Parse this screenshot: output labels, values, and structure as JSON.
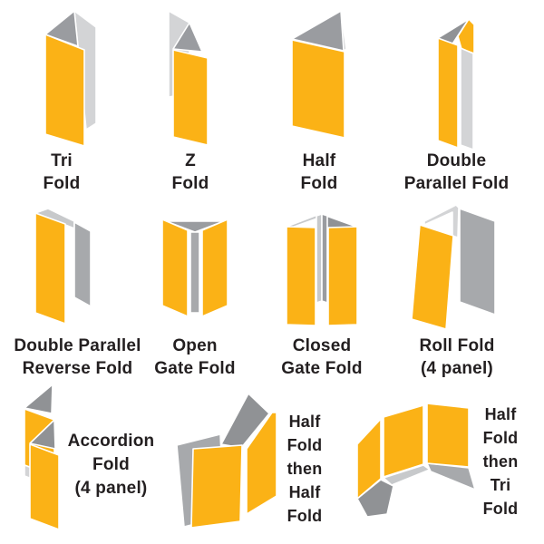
{
  "title": "Brochure fold types diagram",
  "palette": {
    "yellow": "#FBB216",
    "gray_light": "#D3D4D6",
    "gray_silver": "#C7C9CB",
    "gray_mid": "#A7A9AC",
    "gray_slate": "#9A9CA0",
    "gray_dark": "#909295",
    "text": "#231F20",
    "background": "#FFFFFF"
  },
  "folds": [
    {
      "id": "tri-fold",
      "lines": [
        "Tri",
        "Fold"
      ]
    },
    {
      "id": "z-fold",
      "lines": [
        "Z",
        "Fold"
      ]
    },
    {
      "id": "half-fold",
      "lines": [
        "Half",
        "Fold"
      ]
    },
    {
      "id": "double-parallel-fold",
      "lines": [
        "Double",
        "Parallel Fold"
      ]
    },
    {
      "id": "double-parallel-reverse-fold",
      "lines": [
        "Double Parallel",
        "Reverse Fold"
      ]
    },
    {
      "id": "open-gate-fold",
      "lines": [
        "Open",
        "Gate Fold"
      ]
    },
    {
      "id": "closed-gate-fold",
      "lines": [
        "Closed",
        "Gate Fold"
      ]
    },
    {
      "id": "roll-fold",
      "lines": [
        "Roll Fold",
        "(4 panel)"
      ]
    },
    {
      "id": "accordion-fold",
      "lines": [
        "Accordion",
        "Fold",
        "(4 panel)"
      ]
    },
    {
      "id": "half-fold-then-half-fold",
      "lines": [
        "Half",
        "Fold",
        "then",
        "Half",
        "Fold"
      ]
    },
    {
      "id": "half-fold-then-tri-fold",
      "lines": [
        "Half",
        "Fold",
        "then",
        "Tri",
        "Fold"
      ]
    }
  ]
}
